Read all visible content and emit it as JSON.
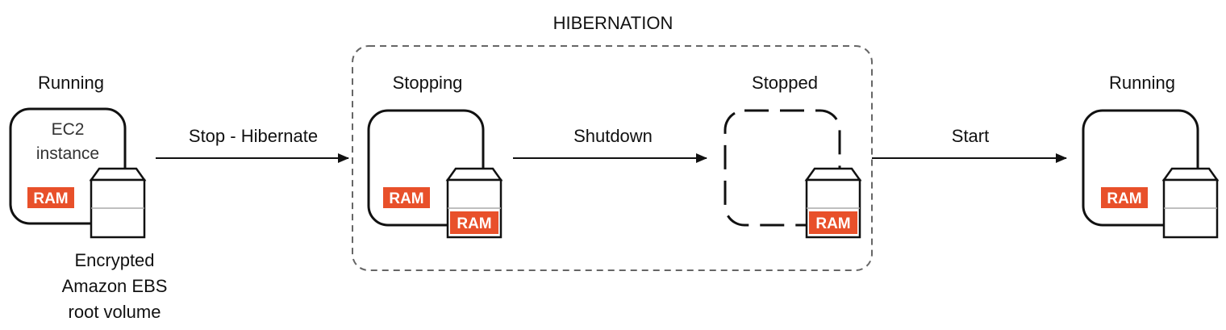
{
  "title": "HIBERNATION",
  "states": {
    "running_start": "Running",
    "stopping": "Stopping",
    "stopped": "Stopped",
    "running_end": "Running"
  },
  "actions": {
    "stop_hibernate": "Stop - Hibernate",
    "shutdown": "Shutdown",
    "start": "Start"
  },
  "instance_label": [
    "EC2",
    "instance"
  ],
  "volume_caption": [
    "Encrypted",
    "Amazon EBS",
    "root volume"
  ],
  "ram_label": "RAM",
  "colors": {
    "ram_fill": "#e8502a",
    "line": "#111111",
    "dashed_frame": "#666666"
  }
}
